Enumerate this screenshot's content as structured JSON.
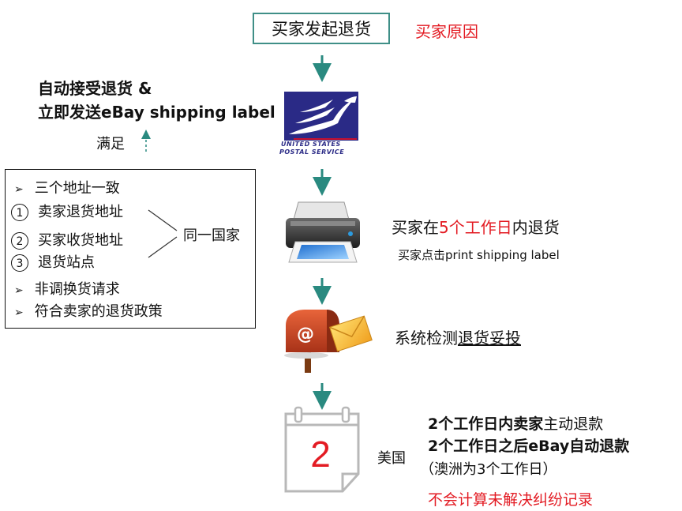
{
  "start": {
    "label": "买家发起退货",
    "reason": "买家原因"
  },
  "auto_accept": {
    "line1": "自动接受退货 &",
    "line2": "立即发送eBay shipping label",
    "satisfy": "满足"
  },
  "usps": {
    "line1": "UNITED STATES",
    "line2": "POSTAL SERVICE"
  },
  "conditions": {
    "items": [
      {
        "bullet": "➢",
        "text": "三个地址一致"
      },
      {
        "bullet": "1",
        "text": "卖家退货地址"
      },
      {
        "bullet": "2",
        "text": "买家收货地址"
      },
      {
        "bullet": "3",
        "text": "退货站点"
      },
      {
        "bullet": "➢",
        "text": "非调换货请求"
      },
      {
        "bullet": "➢",
        "text": "符合卖家的退货政策"
      }
    ],
    "same_country": "同一国家"
  },
  "step_print": {
    "pre": "买家在",
    "highlight": "5个工作日",
    "post": "内退货",
    "sub": "买家点击print shipping label"
  },
  "step_mail": {
    "pre": "系统检测",
    "underlined": "退货妥投"
  },
  "step_refund": {
    "calendar_number": "2",
    "region": "美国",
    "line1_bold": "2个工作日内卖家",
    "line1_rest": "主动退款",
    "line2": "2个工作日之后eBay自动退款",
    "line3": "（澳洲为3个工作日）",
    "note": "不会计算未解决纠纷记录"
  },
  "colors": {
    "arrow": "#2a8a80",
    "red": "#e31b23",
    "usps_blue": "#2a2a86"
  }
}
